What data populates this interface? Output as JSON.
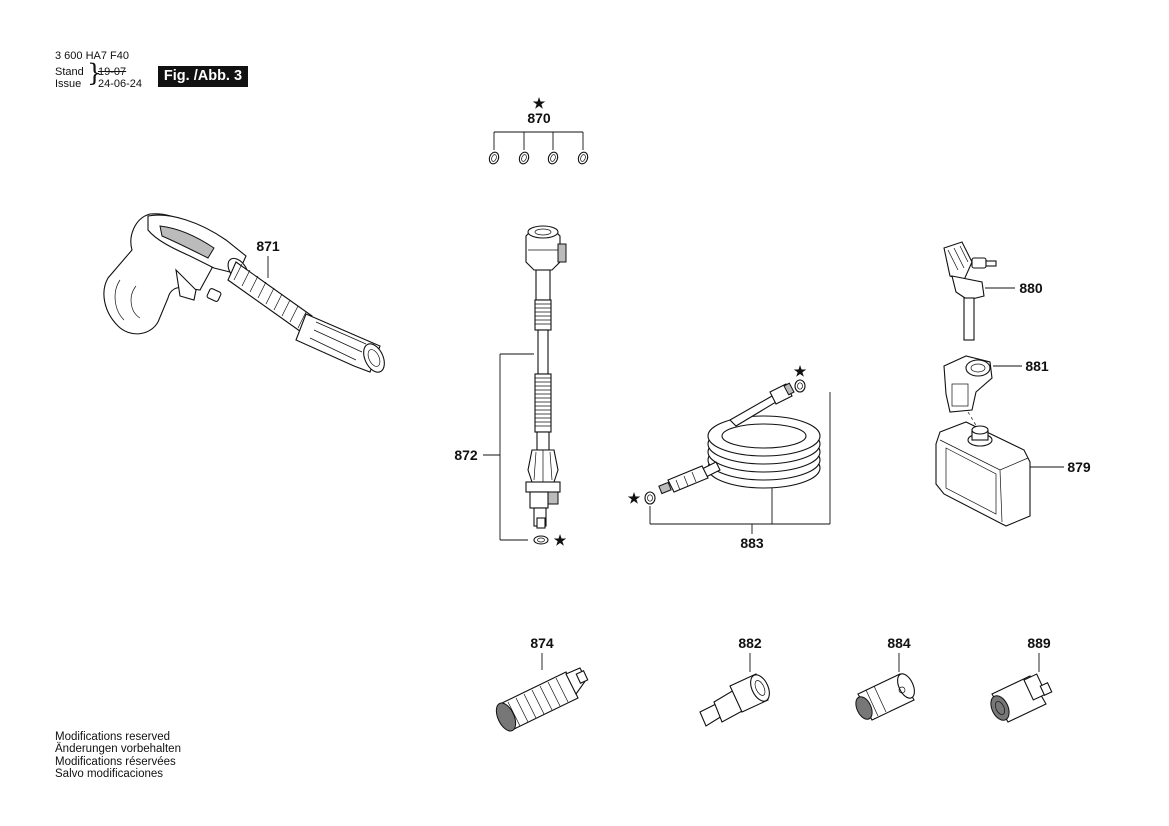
{
  "header": {
    "drawing_number": "3 600 HA7 F40",
    "stand_label": "Stand",
    "issue_label": "Issue",
    "old_date": "19-07",
    "issue_date": "24-06-24",
    "figure_label": "Fig. /Abb. 3"
  },
  "parts": {
    "p870": "870",
    "p871": "871",
    "p872": "872",
    "p874": "874",
    "p879": "879",
    "p880": "880",
    "p881": "881",
    "p882": "882",
    "p883": "883",
    "p884": "884",
    "p889": "889"
  },
  "marker_symbol": "★",
  "footer": {
    "en": "Modifications reserved",
    "de": "Änderungen vorbehalten",
    "fr": "Modifications réservées",
    "es": "Salvo modificaciones"
  }
}
